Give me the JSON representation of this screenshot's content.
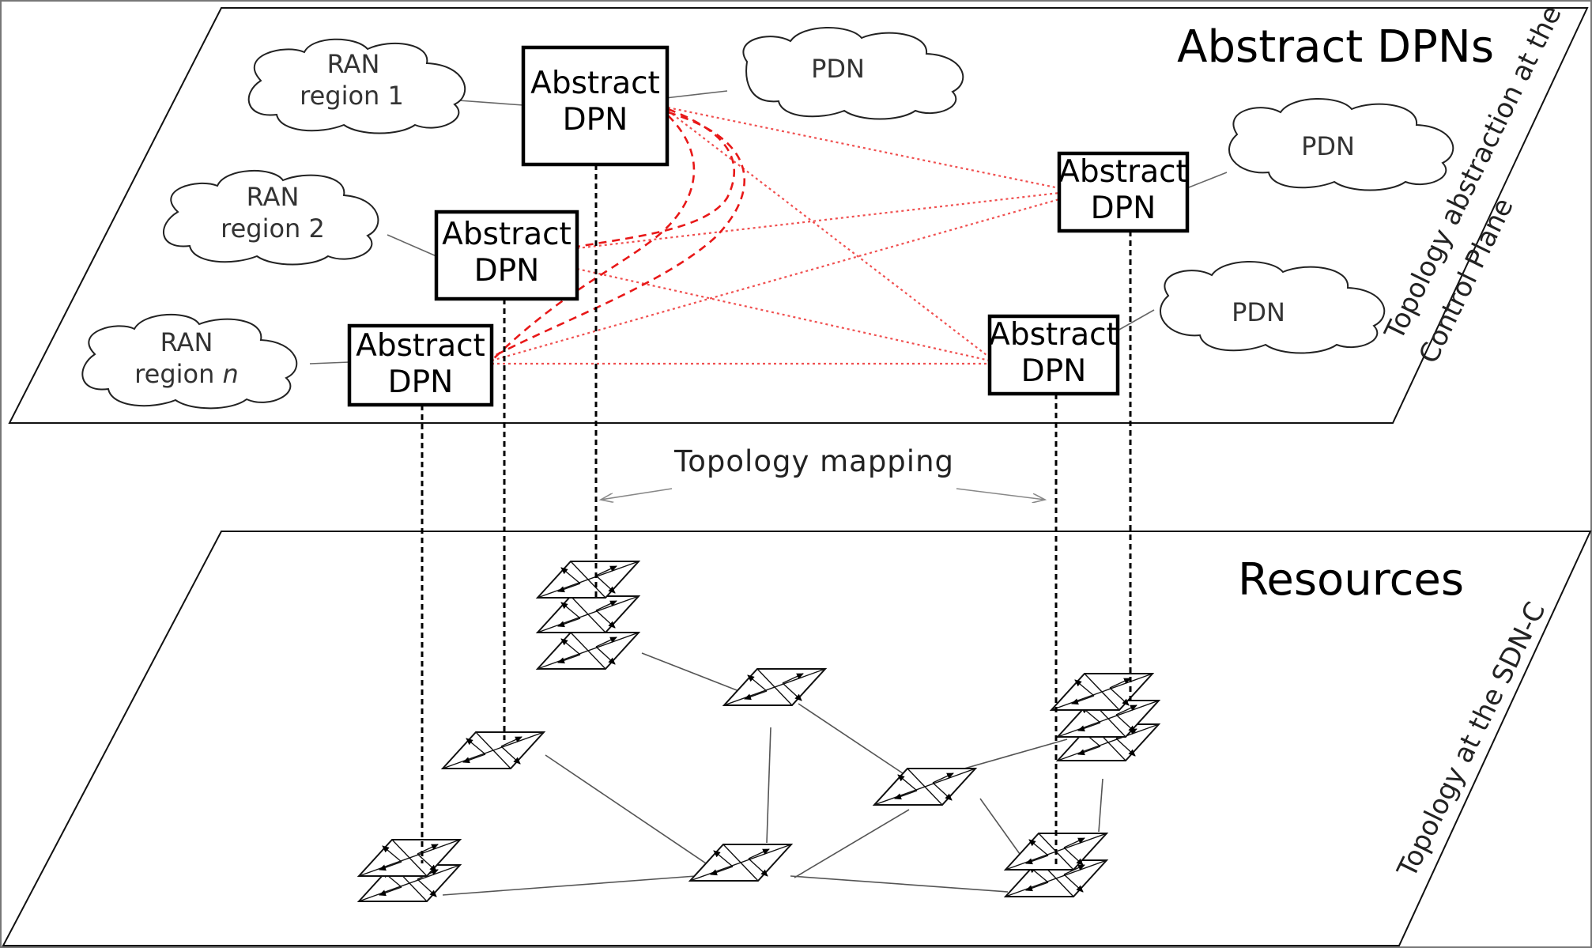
{
  "upper_plane": {
    "title": "Abstract DPNs",
    "side_label_line1": "Topology abstraction at the",
    "side_label_line2": "Control Plane"
  },
  "lower_plane": {
    "title": "Resources",
    "side_label": "Topology at the SDN-C"
  },
  "mapping_label": "Topology mapping",
  "clouds": [
    {
      "id": "ran1",
      "line1": "RAN",
      "line2": "region 1"
    },
    {
      "id": "ran2",
      "line1": "RAN",
      "line2": "region 2"
    },
    {
      "id": "rann",
      "line1": "RAN",
      "line2": "region ",
      "italic": "n"
    },
    {
      "id": "pdn1",
      "line1": "PDN"
    },
    {
      "id": "pdn2",
      "line1": "PDN"
    },
    {
      "id": "pdn3",
      "line1": "PDN"
    }
  ],
  "dpns": [
    {
      "id": "dpn1",
      "line1": "Abstract",
      "line2": "DPN"
    },
    {
      "id": "dpn2",
      "line1": "Abstract",
      "line2": "DPN"
    },
    {
      "id": "dpn3",
      "line1": "Abstract",
      "line2": "DPN"
    },
    {
      "id": "dpn4",
      "line1": "Abstract",
      "line2": "DPN"
    },
    {
      "id": "dpn5",
      "line1": "Abstract",
      "line2": "DPN"
    }
  ],
  "colors": {
    "abstract_link": "#f05050",
    "abstract_link_strong": "#e81818",
    "mapping_line": "#000000"
  }
}
